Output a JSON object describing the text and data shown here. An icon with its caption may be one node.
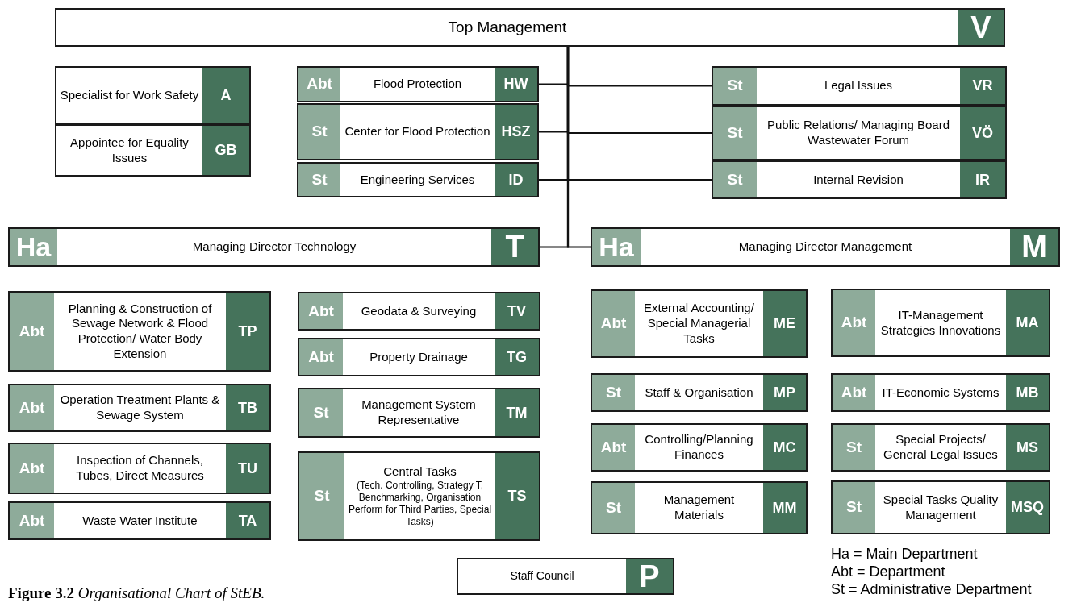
{
  "diagram": {
    "caption": "**Figure 3.2** *Organisational Chart of StEB.*",
    "nodes": [
      {
        "text": [
          "Top Management",
          "V"
        ]
      },
      {
        "text": [
          "Specialist for Work Safety",
          "A"
        ]
      },
      {
        "text": [
          "Appointee for Equality Issues",
          "GB"
        ]
      },
      {
        "text": [
          "Abt",
          "Flood Protection",
          "HW"
        ]
      },
      {
        "text": [
          "St",
          "Center for Flood Protection",
          "HSZ"
        ]
      },
      {
        "text": [
          "St",
          "Engineering Services",
          "ID"
        ]
      },
      {
        "text": [
          "St",
          "Legal Issues",
          "VR"
        ]
      },
      {
        "text": [
          "St",
          "Public Relations/ Managing Board Wastewater Forum",
          "VÖ"
        ]
      },
      {
        "text": [
          "St",
          "Internal Revision",
          "IR"
        ]
      },
      {
        "text": [
          "Ha",
          "Managing Director Technology",
          "T"
        ]
      },
      {
        "text": [
          "Ha",
          "Managing Director Management",
          "M"
        ]
      },
      {
        "text": [
          "Abt",
          "Planning & Construction of Sewage Network & Flood Protection/ Water Body Extension",
          "TP"
        ]
      },
      {
        "text": [
          "Abt",
          "Geodata & Surveying",
          "TV"
        ]
      },
      {
        "text": [
          "Abt",
          "Property Drainage",
          "TG"
        ]
      },
      {
        "text": [
          "Abt",
          "Operation Treatment Plants & Sewage System",
          "TB"
        ]
      },
      {
        "text": [
          "St",
          "Management System Representative",
          "TM"
        ]
      },
      {
        "text": [
          "Abt",
          "Inspection of Channels, Tubes, Direct Measures",
          "TU"
        ]
      },
      {
        "text": [
          "St",
          "Central Tasks",
          "(Tech. Controlling, Strategy T, Benchmarking, Organisation Perform for Third Parties, Special Tasks)",
          "TS"
        ]
      },
      {
        "text": [
          "Abt",
          "Waste Water Institute",
          "TA"
        ]
      },
      {
        "text": [
          "Abt",
          "External Accounting/ Special Managerial Tasks",
          "ME"
        ]
      },
      {
        "text": [
          "Abt",
          "IT-Management Strategies Innovations",
          "MA"
        ]
      },
      {
        "text": [
          "St",
          "Staff & Organisation",
          "MP"
        ]
      },
      {
        "text": [
          "Abt",
          "IT-Economic Systems",
          "MB"
        ]
      },
      {
        "text": [
          "Abt",
          "Controlling/Planning Finances",
          "MC"
        ]
      },
      {
        "text": [
          "St",
          "Special Projects/ General Legal Issues",
          "MS"
        ]
      },
      {
        "text": [
          "St",
          "Management Materials",
          "MM"
        ]
      },
      {
        "text": [
          "St",
          "Special Tasks Quality Management",
          "MSQ"
        ]
      },
      {
        "text": [
          "Staff Council",
          "P"
        ]
      }
    ],
    "edges": [
      {
        "from": 0,
        "to": 3,
        "arrow": "none"
      },
      {
        "from": 0,
        "to": 4,
        "arrow": "none"
      },
      {
        "from": 0,
        "to": 5,
        "arrow": "none"
      },
      {
        "from": 0,
        "to": 6,
        "arrow": "none"
      },
      {
        "from": 0,
        "to": 7,
        "arrow": "none"
      },
      {
        "from": 0,
        "to": 8,
        "arrow": "none"
      },
      {
        "from": 0,
        "to": 9,
        "arrow": "none"
      },
      {
        "from": 0,
        "to": 10,
        "arrow": "none"
      }
    ],
    "labels": [
      "Ha = Main Department",
      "Abt = Department",
      "St = Administrative Department"
    ]
  }
}
